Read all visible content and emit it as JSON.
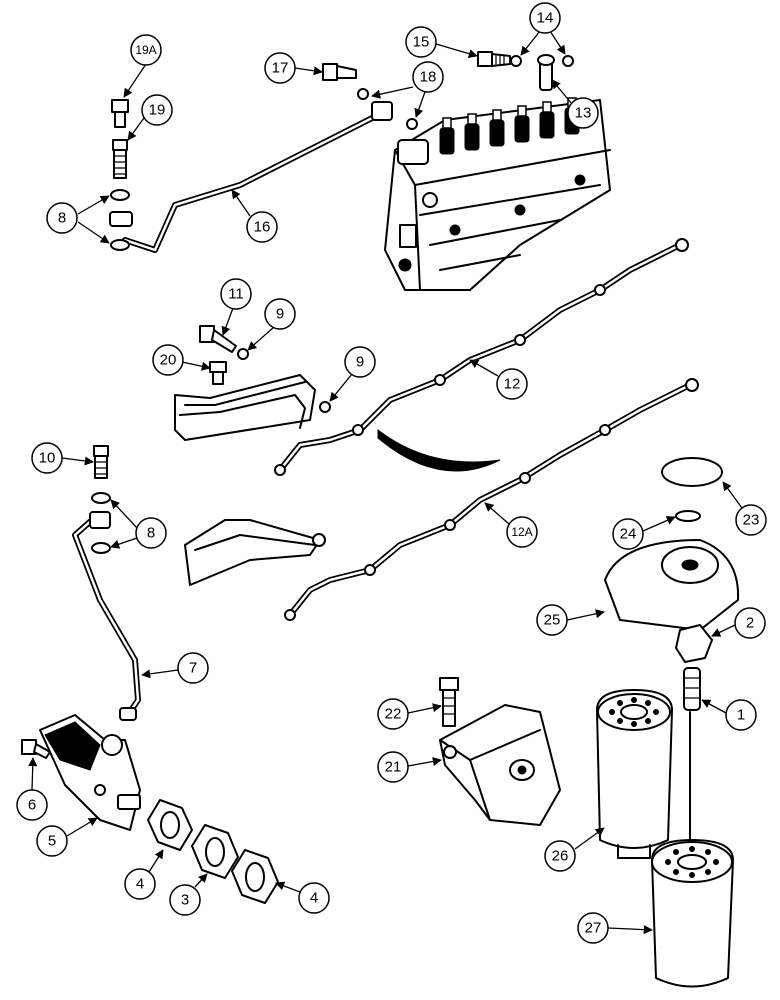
{
  "callouts": {
    "c1": "1",
    "c2": "2",
    "c3": "3",
    "c4a": "4",
    "c4b": "4",
    "c5": "5",
    "c6": "6",
    "c7": "7",
    "c8a": "8",
    "c8b": "8",
    "c9a": "9",
    "c9b": "9",
    "c10": "10",
    "c11": "11",
    "c12": "12",
    "c12a": "12A",
    "c13": "13",
    "c14": "14",
    "c15": "15",
    "c16": "16",
    "c17": "17",
    "c18": "18",
    "c19": "19",
    "c19a": "19A",
    "c20": "20",
    "c21": "21",
    "c22": "22",
    "c23": "23",
    "c24": "24",
    "c25": "25",
    "c26": "26",
    "c27": "27"
  }
}
